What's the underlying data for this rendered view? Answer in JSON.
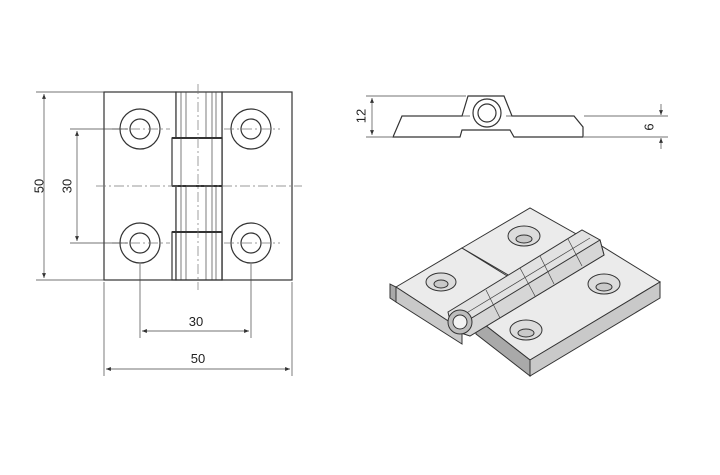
{
  "dimensions": {
    "height_total": "50",
    "hole_spacing_vertical": "30",
    "hole_spacing_horizontal": "30",
    "width_total": "50",
    "knuckle_height": "12",
    "plate_thickness": "6"
  },
  "colors": {
    "line": "#333333",
    "iso_top": "#ebebeb",
    "iso_side": "#c9c9c9"
  }
}
